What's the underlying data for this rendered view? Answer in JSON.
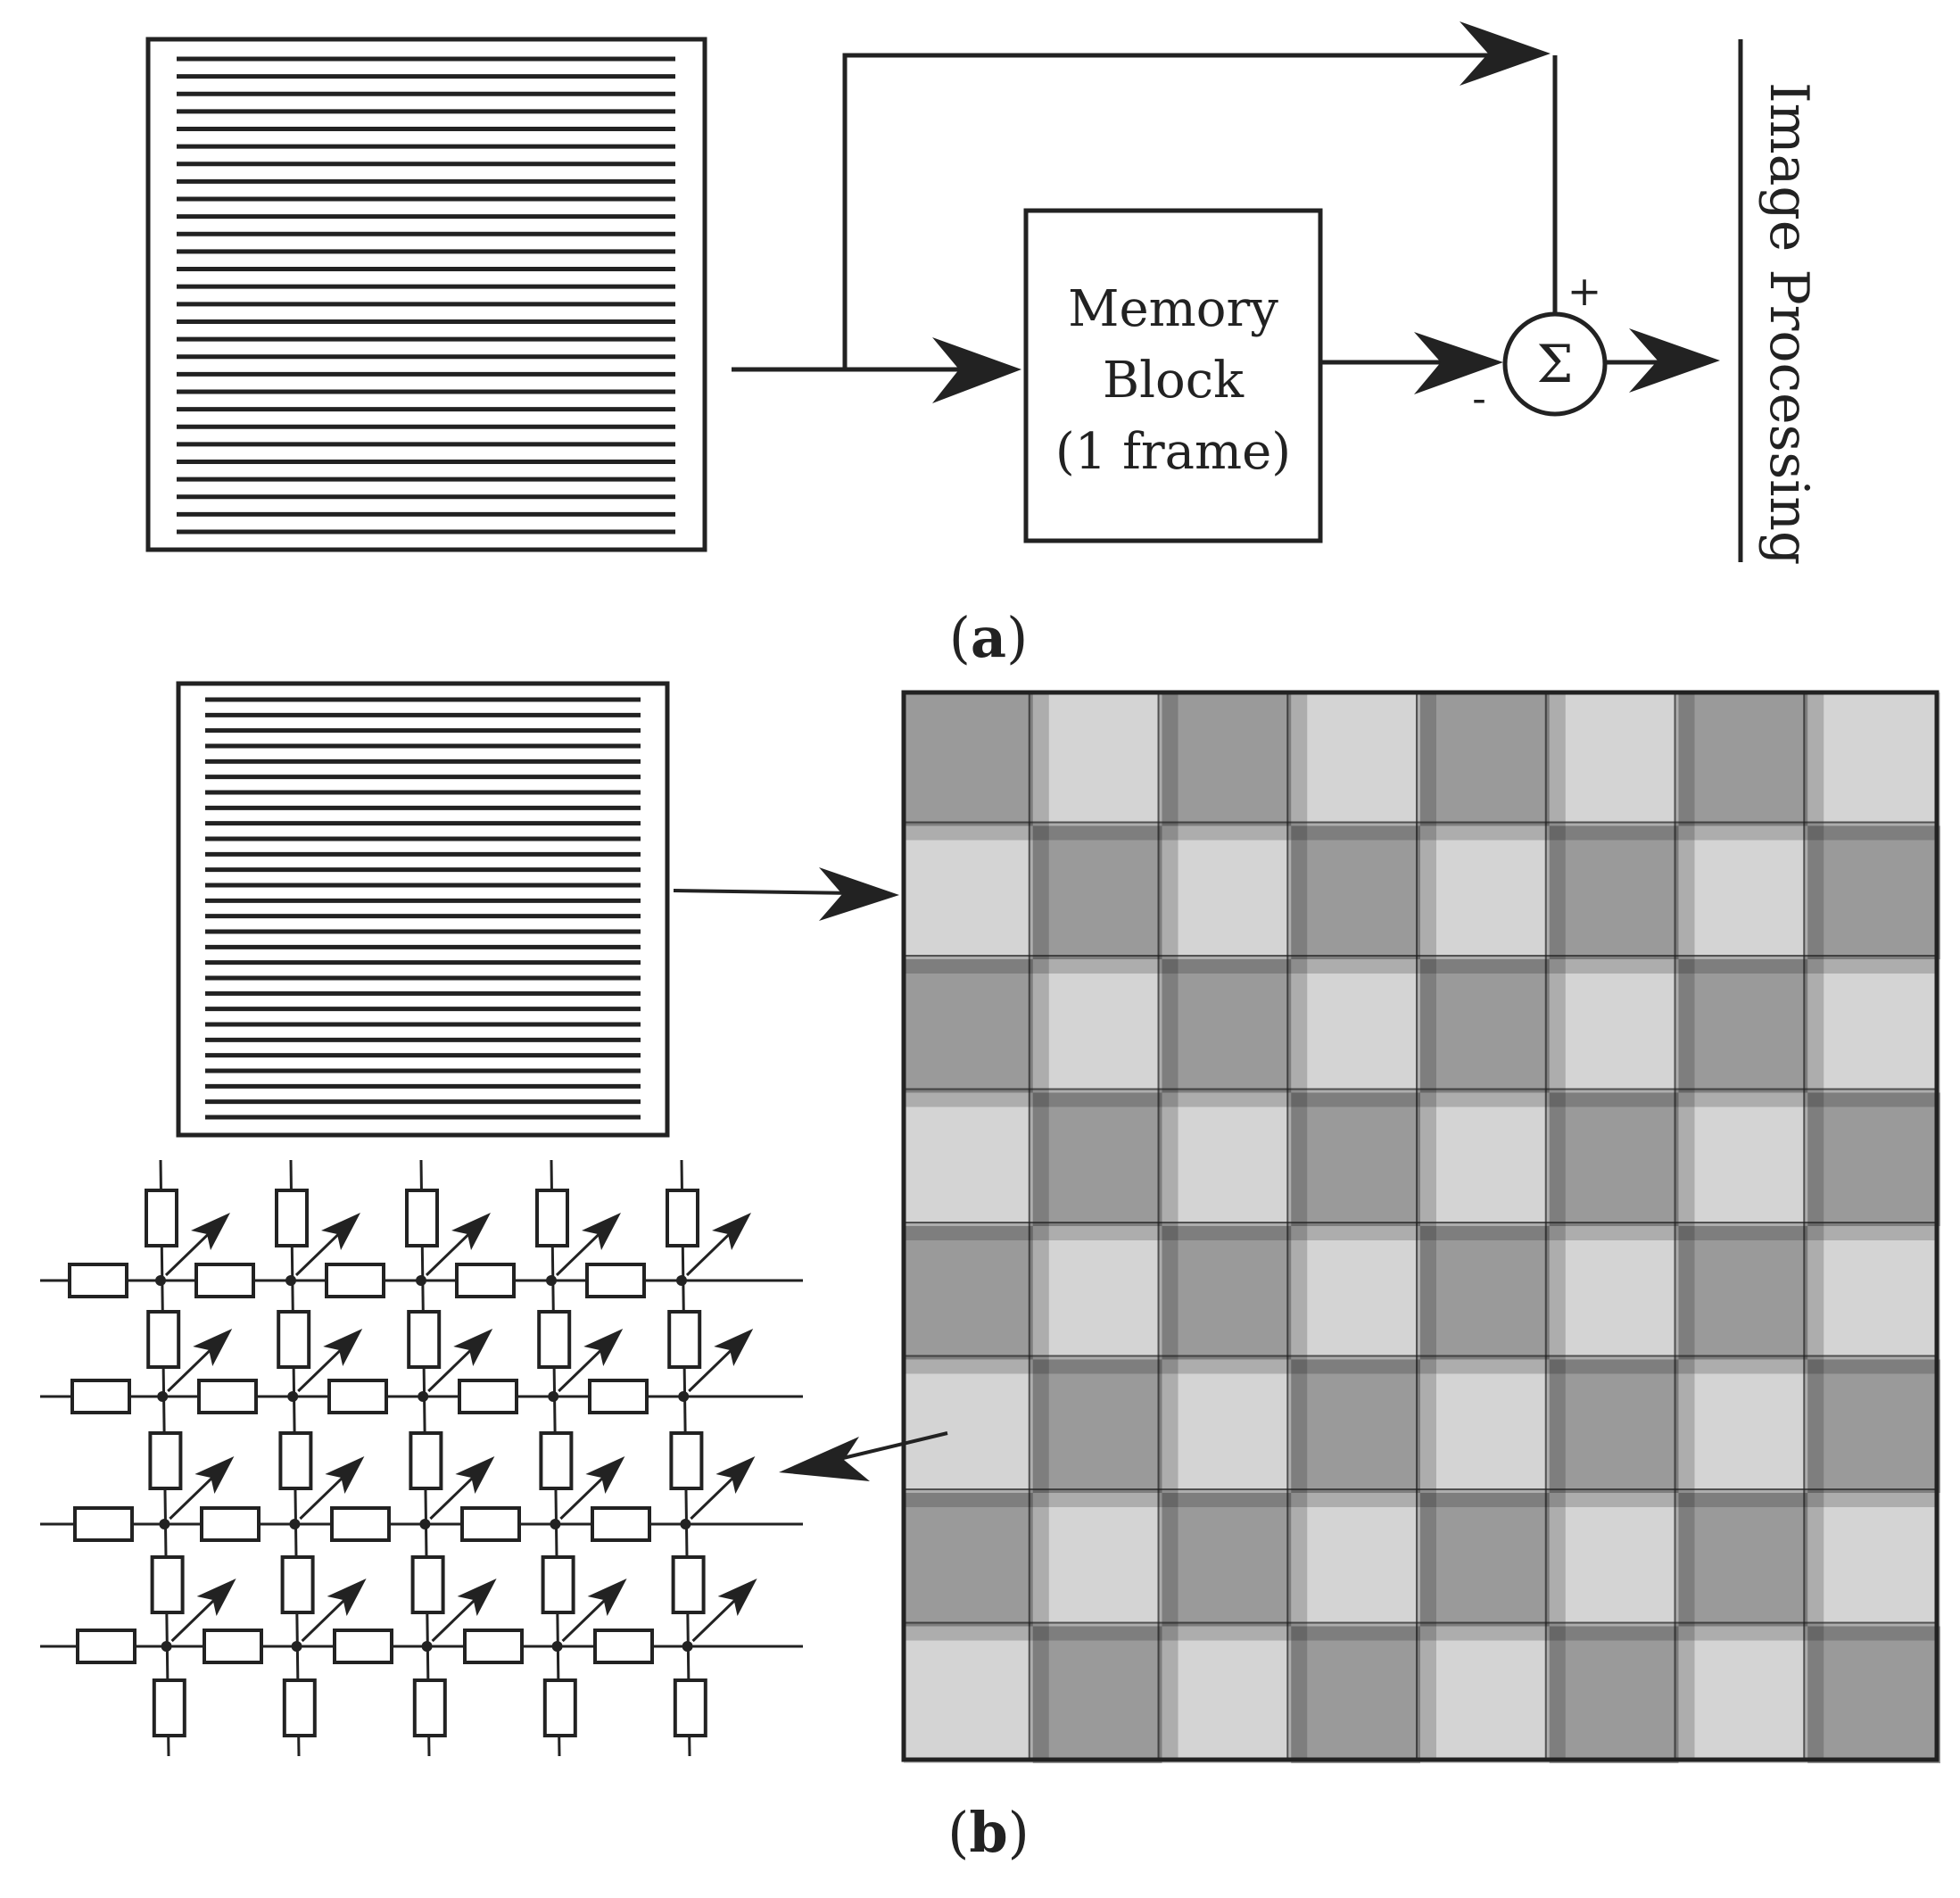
{
  "panel_a": {
    "memory_block": {
      "line1": "Memory",
      "line2": "Block",
      "line3": "(1 frame)"
    },
    "summer": {
      "symbol": "Σ",
      "plus_sign": "+",
      "minus_sign": "-"
    },
    "output_label": "Image Processing",
    "caption": {
      "open": "(",
      "letter": "a",
      "close": ")"
    }
  },
  "panel_b": {
    "caption": {
      "open": "(",
      "letter": "b",
      "close": ")"
    },
    "checkerboard": {
      "rows": 8,
      "cols": 8,
      "dark_color": "#9a9a9a",
      "light_color": "#d4d4d4",
      "first_cell": "dark"
    },
    "resistor_grid": {
      "node_rows": 4,
      "node_cols": 5
    }
  },
  "colors": {
    "ink": "#222222",
    "background": "#ffffff"
  }
}
